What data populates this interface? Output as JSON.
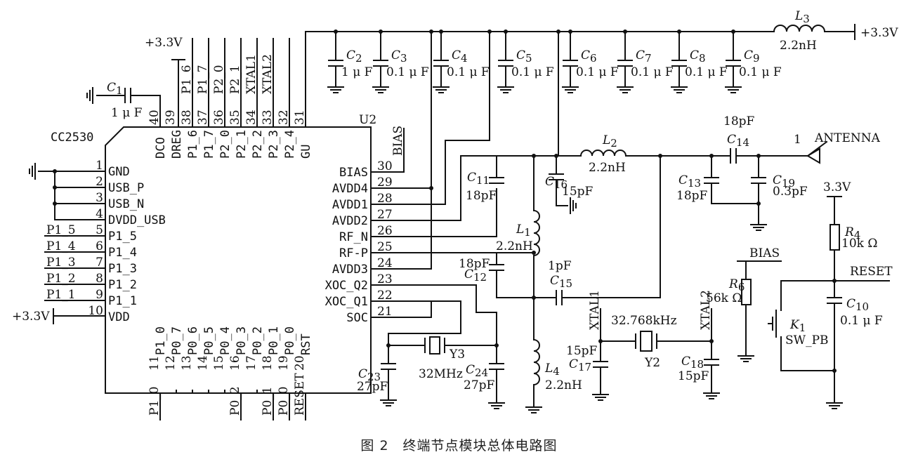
{
  "caption": "图 2　终端节点模块总体电路图",
  "chip": {
    "part": "CC2530",
    "ref": "U2",
    "left_pins": [
      {
        "num": "1",
        "name": "GND"
      },
      {
        "num": "2",
        "name": "USB_P"
      },
      {
        "num": "3",
        "name": "USB_N"
      },
      {
        "num": "4",
        "name": "DVDD_USB"
      },
      {
        "num": "5",
        "name": "P1_5",
        "net": "P1_5"
      },
      {
        "num": "6",
        "name": "P1_4",
        "net": "P1_4"
      },
      {
        "num": "7",
        "name": "P1_3",
        "net": "P1_3"
      },
      {
        "num": "8",
        "name": "P1_2",
        "net": "P1_2"
      },
      {
        "num": "9",
        "name": "P1_1",
        "net": "P1_1"
      },
      {
        "num": "10",
        "name": "VDD",
        "net": "+3.3V"
      }
    ],
    "right_pins": [
      {
        "num": "30",
        "name": "BIAS",
        "net": "BIAS"
      },
      {
        "num": "29",
        "name": "AVDD4"
      },
      {
        "num": "28",
        "name": "AVDD1"
      },
      {
        "num": "27",
        "name": "AVDD2"
      },
      {
        "num": "26",
        "name": "RF_N"
      },
      {
        "num": "25",
        "name": "RF-P"
      },
      {
        "num": "24",
        "name": "AVDD3"
      },
      {
        "num": "23",
        "name": "XOC_Q2"
      },
      {
        "num": "22",
        "name": "XOC_Q1"
      },
      {
        "num": "21",
        "name": "SOC"
      }
    ],
    "top_pins": [
      {
        "num": "40",
        "name": "DCO"
      },
      {
        "num": "39",
        "name": "DREG"
      },
      {
        "num": "38",
        "name": "P1_6",
        "net": "P1_6"
      },
      {
        "num": "37",
        "name": "P1_7",
        "net": "P1_7"
      },
      {
        "num": "36",
        "name": "P2_0",
        "net": "P2_0"
      },
      {
        "num": "35",
        "name": "P2_1",
        "net": "P2_1"
      },
      {
        "num": "34",
        "name": "P2_2",
        "net": "XTAL1"
      },
      {
        "num": "33",
        "name": "P2_3",
        "net": "XTAL2"
      },
      {
        "num": "32",
        "name": "P2_4"
      },
      {
        "num": "31",
        "name": "GU"
      }
    ],
    "bottom_pins": [
      {
        "num": "11",
        "name": "P1_0",
        "net": "P1_0"
      },
      {
        "num": "12",
        "name": "P0_7"
      },
      {
        "num": "13",
        "name": "P0_6"
      },
      {
        "num": "14",
        "name": "P0_5"
      },
      {
        "num": "15",
        "name": "P0_4"
      },
      {
        "num": "16",
        "name": "P0_3",
        "net": "P0_2"
      },
      {
        "num": "17",
        "name": "P0_2"
      },
      {
        "num": "18",
        "name": "P0_1",
        "net": "P0_1"
      },
      {
        "num": "19",
        "name": "P0_0",
        "net": "P0_0"
      },
      {
        "num": "20",
        "name": "RST",
        "net": "RESET"
      }
    ]
  },
  "supply": {
    "label": "+3.3V",
    "reset_supply": "3.3V"
  },
  "components": {
    "C1": {
      "ref": "C",
      "sub": "1",
      "value": "1 μ F"
    },
    "C2": {
      "ref": "C",
      "sub": "2",
      "value": "1 μ F"
    },
    "C3": {
      "ref": "C",
      "sub": "3",
      "value": "0.1 μ F"
    },
    "C4": {
      "ref": "C",
      "sub": "4",
      "value": "0.1 μ F"
    },
    "C5": {
      "ref": "C",
      "sub": "5",
      "value": "0.1 μ F"
    },
    "C6": {
      "ref": "C",
      "sub": "6",
      "value": "0.1 μ F"
    },
    "C7": {
      "ref": "C",
      "sub": "7",
      "value": "0.1 μ F"
    },
    "C8": {
      "ref": "C",
      "sub": "8",
      "value": "0.1 μ F"
    },
    "C9": {
      "ref": "C",
      "sub": "9",
      "value": "0.1 μ F"
    },
    "C10": {
      "ref": "C",
      "sub": "10",
      "value": "0.1 μ F"
    },
    "C11": {
      "ref": "C",
      "sub": "11",
      "value": "18pF"
    },
    "C12": {
      "ref": "C",
      "sub": "12",
      "value": "18pF"
    },
    "C13": {
      "ref": "C",
      "sub": "13",
      "value": "18pF"
    },
    "C14": {
      "ref": "C",
      "sub": "14",
      "value": "18pF"
    },
    "C15": {
      "ref": "C",
      "sub": "15",
      "value": "1pF"
    },
    "C16": {
      "ref": "C",
      "sub": "16",
      "value": "15pF"
    },
    "C17": {
      "ref": "C",
      "sub": "17",
      "value": "15pF"
    },
    "C18": {
      "ref": "C",
      "sub": "18",
      "value": "15pF"
    },
    "C19": {
      "ref": "C",
      "sub": "19",
      "value": "0.3pF"
    },
    "C23": {
      "ref": "C",
      "sub": "23",
      "value": "27pF"
    },
    "C24": {
      "ref": "C",
      "sub": "24",
      "value": "27pF"
    },
    "L1": {
      "ref": "L",
      "sub": "1",
      "value": "2.2nH"
    },
    "L2": {
      "ref": "L",
      "sub": "2",
      "value": "2.2nH"
    },
    "L3": {
      "ref": "L",
      "sub": "3",
      "value": "2.2nH"
    },
    "L4": {
      "ref": "L",
      "sub": "4",
      "value": "2.2nH"
    },
    "R4": {
      "ref": "R",
      "sub": "4",
      "value": "10k Ω"
    },
    "R6": {
      "ref": "R",
      "sub": "6",
      "value": "56k Ω"
    },
    "K1": {
      "ref": "K",
      "sub": "1",
      "value": "SW_PB"
    },
    "Y2": {
      "ref": "Y2",
      "value": "32.768kHz"
    },
    "Y3": {
      "ref": "Y3",
      "value": "32MHz"
    }
  },
  "nets": {
    "antenna": "ANTENNA",
    "antenna_pin": "1",
    "bias": "BIAS",
    "reset": "RESET",
    "xtal1": "XTAL1",
    "xtal2": "XTAL2"
  }
}
